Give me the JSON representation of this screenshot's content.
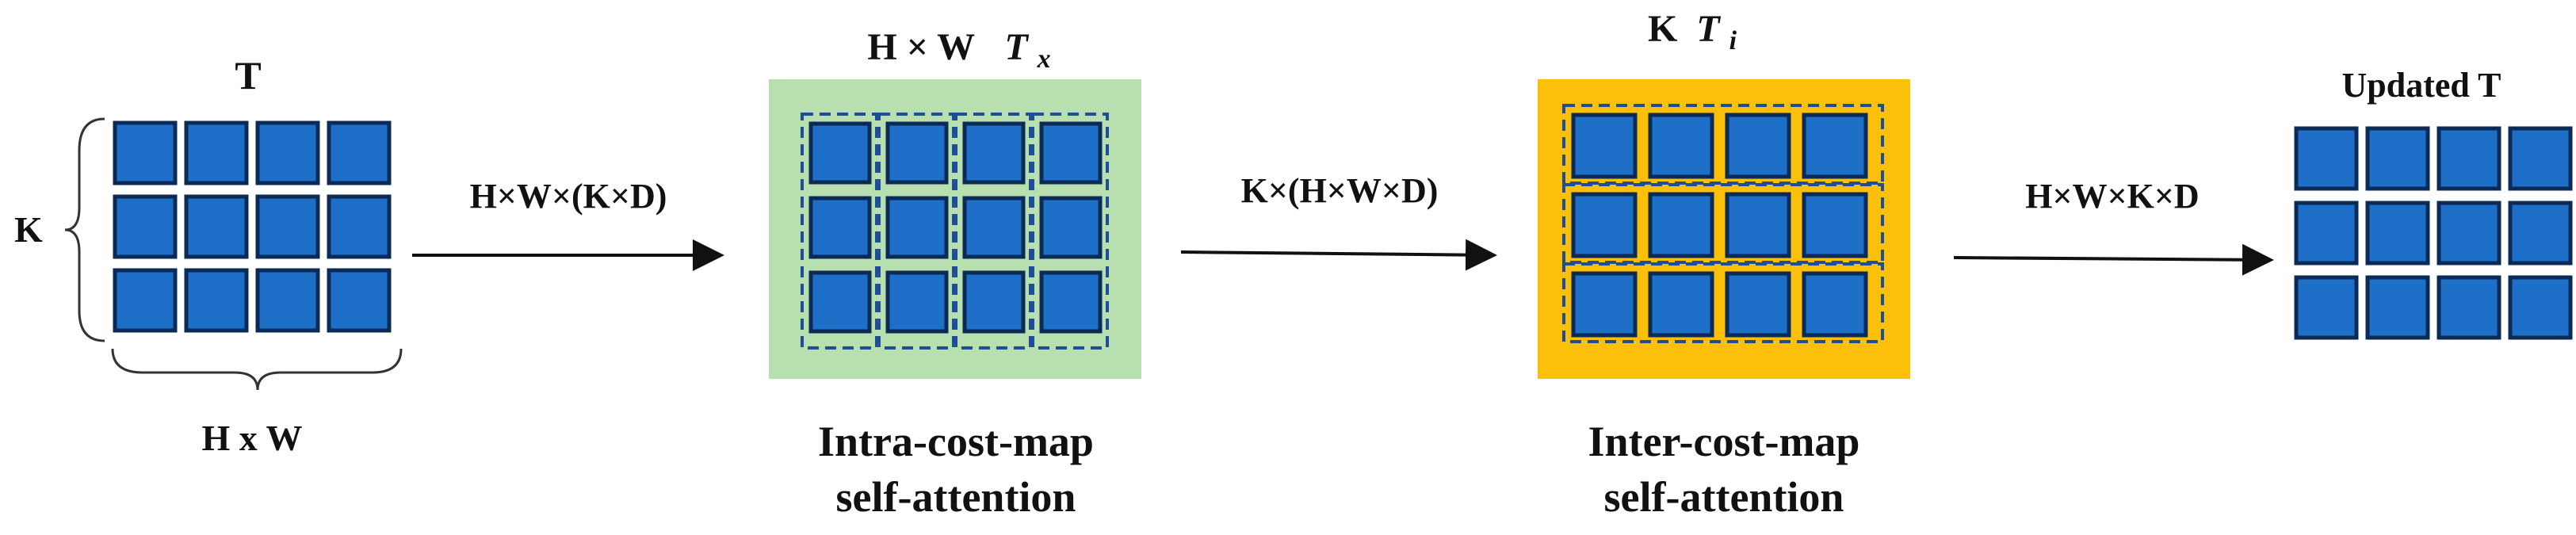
{
  "colors": {
    "cell_fill": "#1e6fc8",
    "cell_border": "#0b2a55",
    "dash_border": "#1e4f96",
    "intra_panel_bg": "#b8dfb0",
    "inter_panel_bg": "#fcc00a",
    "arrow": "#111111",
    "text": "#111111"
  },
  "input_grid": {
    "title": "T",
    "left_label": "K",
    "bottom_label": "H x W",
    "rows": 3,
    "cols": 4
  },
  "arrows": [
    {
      "label": "H×W×(K×D)"
    },
    {
      "label": "K×(H×W×D)"
    },
    {
      "label": "H×W×K×D"
    }
  ],
  "intra_stage": {
    "top_label_prefix": "H × W",
    "top_label_symbol": "T",
    "top_label_subscript": "x",
    "caption_line1": "Intra-cost-map",
    "caption_line2": "self-attention",
    "rows": 3,
    "cols": 4,
    "grouping": "columns"
  },
  "inter_stage": {
    "top_label_prefix": "K",
    "top_label_symbol": "T",
    "top_label_subscript": "i",
    "caption_line1": "Inter-cost-map",
    "caption_line2": "self-attention",
    "rows": 3,
    "cols": 4,
    "grouping": "rows"
  },
  "output_grid": {
    "title": "Updated T",
    "rows": 3,
    "cols": 4
  }
}
